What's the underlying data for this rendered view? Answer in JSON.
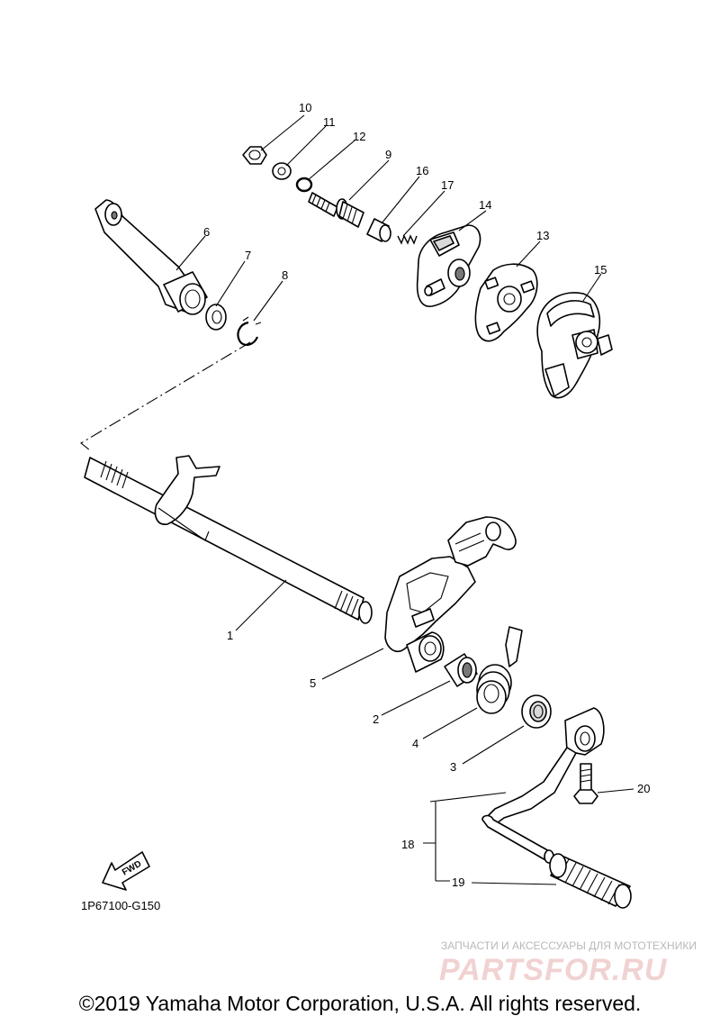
{
  "diagram": {
    "callouts": [
      "1",
      "2",
      "3",
      "4",
      "5",
      "6",
      "7",
      "8",
      "9",
      "10",
      "11",
      "12",
      "13",
      "14",
      "15",
      "16",
      "17",
      "18",
      "19",
      "20"
    ],
    "diagram_code": "1P67100-G150",
    "fwd_label": "FWD"
  },
  "watermark": {
    "tagline": "ЗАПЧАСТИ И АКСЕССУАРЫ ДЛЯ МОТОТЕХНИКИ",
    "brand": "PARTSFOR.RU"
  },
  "footer": {
    "copyright": "©2019 Yamaha Motor Corporation, U.S.A. All rights reserved."
  }
}
